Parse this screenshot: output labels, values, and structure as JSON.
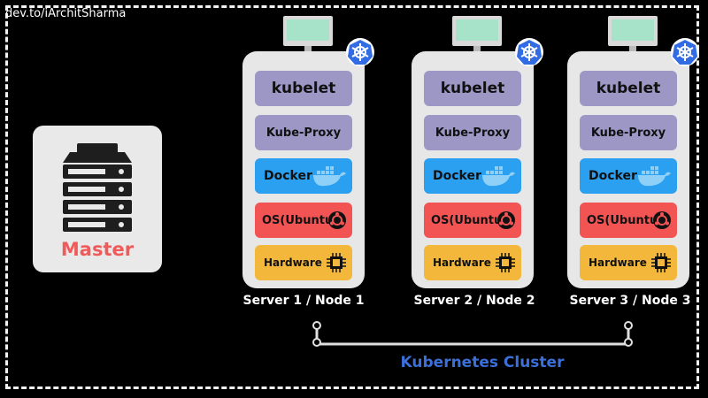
{
  "watermark": "dev.to/iArchitSharma",
  "master": {
    "label": "Master"
  },
  "nodes": [
    {
      "name": "Server 1 / Node 1",
      "layers": {
        "kubelet": "kubelet",
        "proxy": "Kube-Proxy",
        "docker": "Docker",
        "os": "OS(Ubuntu)",
        "hardware": "Hardware"
      }
    },
    {
      "name": "Server 2 / Node 2",
      "layers": {
        "kubelet": "kubelet",
        "proxy": "Kube-Proxy",
        "docker": "Docker",
        "os": "OS(Ubuntu)",
        "hardware": "Hardware"
      }
    },
    {
      "name": "Server 3 / Node 3",
      "layers": {
        "kubelet": "kubelet",
        "proxy": "Kube-Proxy",
        "docker": "Docker",
        "os": "OS(Ubuntu)",
        "hardware": "Hardware"
      }
    }
  ],
  "cluster": {
    "label": "Kubernetes Cluster"
  },
  "colors": {
    "master_text": "#ef5a5a",
    "cluster_text": "#3b6fd9",
    "kubelet": "#9d97c6",
    "docker": "#2b9ff0",
    "os": "#f25454",
    "hardware": "#f3b73c"
  }
}
